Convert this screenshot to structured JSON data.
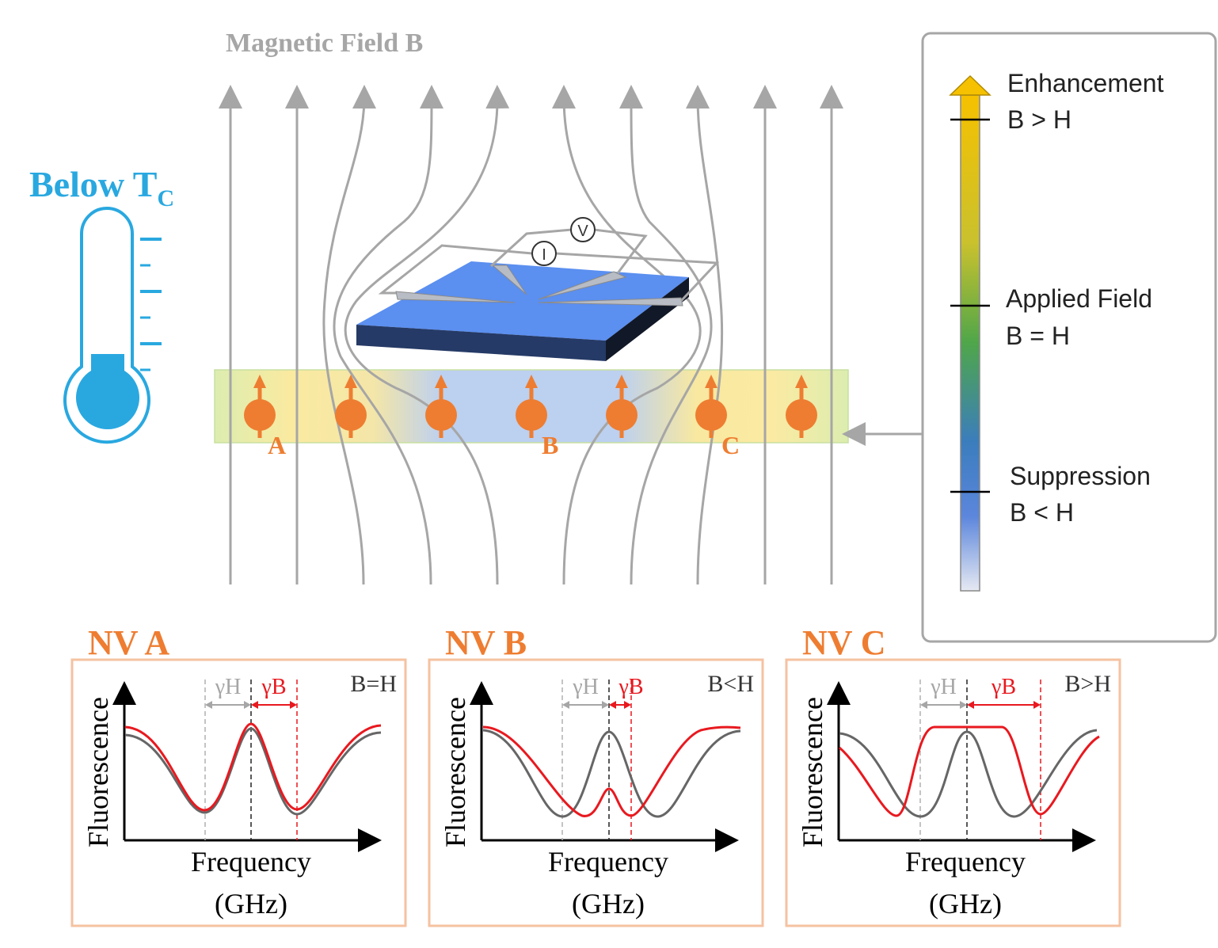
{
  "field_title": "Magnetic Field B",
  "temperature_label": {
    "main": "Below T",
    "sub": "C"
  },
  "meters": {
    "voltage": "V",
    "current": "I"
  },
  "nv_markers": {
    "a": "A",
    "b": "B",
    "c": "C"
  },
  "legend": {
    "enhancement": {
      "title": "Enhancement",
      "relation": "B > H"
    },
    "applied": {
      "title": "Applied Field",
      "relation": "B = H"
    },
    "suppression": {
      "title": "Suppression",
      "relation": "B < H"
    }
  },
  "panels": [
    {
      "title": "NV A",
      "condition": "B=H",
      "gamma_h": "γH",
      "gamma_b": "γB",
      "ylabel": "Fluorescence",
      "xlabel_1": "Frequency",
      "xlabel_2": "(GHz)"
    },
    {
      "title": "NV B",
      "condition": "B<H",
      "gamma_h": "γH",
      "gamma_b": "γB",
      "ylabel": "Fluorescence",
      "xlabel_1": "Frequency",
      "xlabel_2": "(GHz)"
    },
    {
      "title": "NV C",
      "condition": "B>H",
      "gamma_h": "γH",
      "gamma_b": "γB",
      "ylabel": "Fluorescence",
      "xlabel_1": "Frequency",
      "xlabel_2": "(GHz)"
    }
  ],
  "colors": {
    "orange": "#ee7d31",
    "cyan": "#29a8e0",
    "red": "#e8191f",
    "gray": "#a6a6a6",
    "dark_gray": "#666666",
    "sample_blue": "#5b8ff0",
    "sample_side": "#253a66"
  }
}
